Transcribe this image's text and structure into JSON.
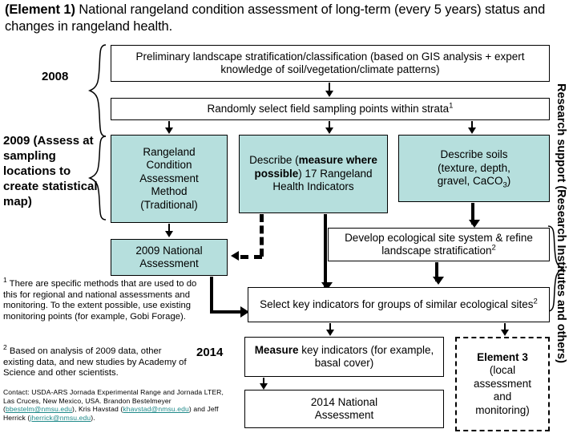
{
  "title": {
    "bold_prefix": "(Element 1)",
    "rest": " National rangeland condition assessment of long-term (every 5 years) status and changes in rangeland health."
  },
  "years": {
    "y2008": "2008",
    "y2009": "2009 (Assess at sampling locations to create statistical map)",
    "y2014": "2014"
  },
  "boxes": {
    "prelim": "Preliminary landscape stratification/classification (based on GIS analysis + expert knowledge of soil/vegetation/climate patterns)",
    "random_a": "Randomly select field sampling points within strata",
    "random_sup": "1",
    "rcam_l1": "Rangeland",
    "rcam_l2": "Condition",
    "rcam_l3": "Assessment",
    "rcam_l4": "Method",
    "rcam_l5": "(Traditional)",
    "describe17_a": "Describe  (",
    "describe17_b": "measure where possible",
    "describe17_c": ") 17 Rangeland Health Indicators",
    "soils_l1": "Describe soils",
    "soils_l2": "(texture, depth,",
    "soils_l3a": "gravel, CaCO",
    "soils_l3sub": "3",
    "soils_l3b": ")",
    "nat2009_l1": "2009 National",
    "nat2009_l2": "Assessment",
    "develop_a": "Develop ecological site system & refine landscape stratification",
    "develop_sup": "2",
    "select_a": "Select key indicators for groups of similar ecological sites",
    "select_sup": "2",
    "measure_b": "Measure",
    "measure_rest": " key indicators (for example, basal cover)",
    "nat2014_l1": "2014 National",
    "nat2014_l2": "Assessment",
    "element3_b": "Element 3",
    "element3_l2": "(local",
    "element3_l3": "assessment",
    "element3_l4": "and",
    "element3_l5": "monitoring)"
  },
  "footnotes": {
    "fn1_sup": "1",
    "fn1": " There are specific methods that are used to do this for regional and national assessments and monitoring. To the extent possible, use existing monitoring points (for example, Gobi Forage).",
    "fn2_sup": "2",
    "fn2": " Based on analysis of 2009 data, other existing data, and new studies by Academy of Science and other scientists.",
    "contact_pre": "Contact: USDA-ARS Jornada Experimental Range and Jornada LTER, Las Cruces, New Mexico, USA. Brandon Bestelmeyer (",
    "contact_email1": "bbestelm@nmsu.edu",
    "contact_mid1": "), Kris Havstad (",
    "contact_email2": "khavstad@nmsu.edu",
    "contact_mid2": ") and Jeff Herrick (",
    "contact_email3": "jherrick@nmsu.edu",
    "contact_end": ")."
  },
  "side": {
    "label": "Research support (Research Institutes and others)"
  },
  "colors": {
    "box_fill_teal": "#b6dfdd",
    "box_fill_white": "#ffffff",
    "stroke": "#000000",
    "link": "#1f8a8a"
  }
}
